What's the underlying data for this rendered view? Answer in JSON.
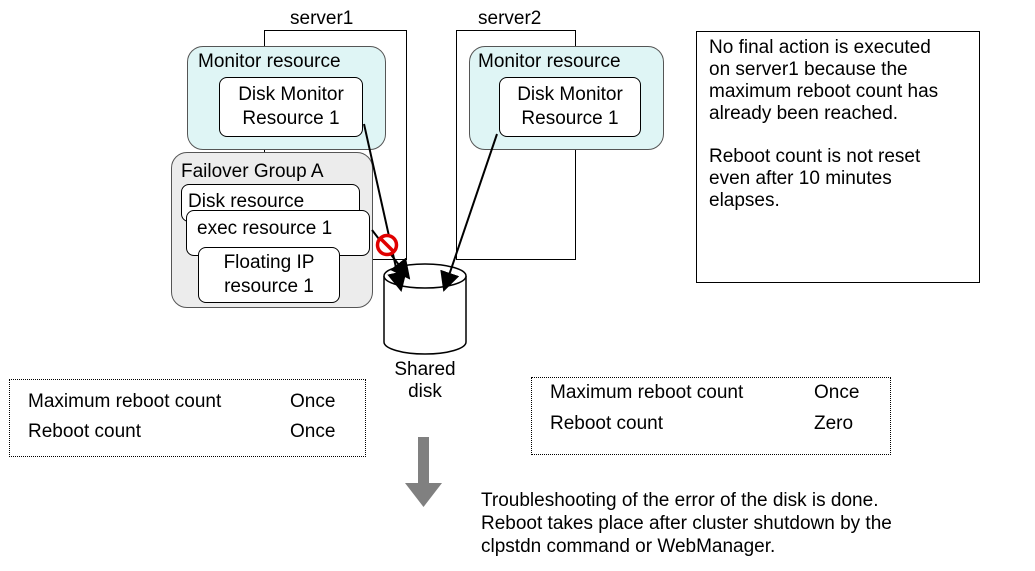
{
  "servers": {
    "server1": "server1",
    "server2": "server2"
  },
  "monitor_left": {
    "title": "Monitor resource",
    "inner_line1": "Disk Monitor",
    "inner_line2": "Resource 1"
  },
  "monitor_right": {
    "title": "Monitor resource",
    "inner_line1": "Disk Monitor",
    "inner_line2": "Resource 1"
  },
  "failover_group": {
    "title": "Failover Group A",
    "disk": "Disk resource",
    "exec": "exec resource 1",
    "fip_line1": "Floating IP",
    "fip_line2": "resource 1"
  },
  "shared_disk": {
    "line1": "Shared",
    "line2": "disk"
  },
  "note_box": {
    "para1_lines": [
      "No final action is executed",
      "on server1 because the",
      "maximum reboot count has",
      "already been reached."
    ],
    "para2_lines": [
      "Reboot count is not reset",
      "even after 10 minutes",
      "elapses."
    ]
  },
  "left_counts": {
    "max_label": "Maximum reboot count",
    "max_value": "Once",
    "count_label": "Reboot count",
    "count_value": "Once"
  },
  "right_counts": {
    "max_label": "Maximum reboot count",
    "max_value": "Once",
    "count_label": "Reboot count",
    "count_value": "Zero"
  },
  "bottom_text": {
    "lines": [
      "Troubleshooting of the error of the disk is done.",
      "Reboot takes place after cluster shutdown by the",
      "clpstdn command or WebManager."
    ]
  },
  "colors": {
    "monitor_bg": "#dff5f5",
    "group_bg": "#ececec",
    "prohibit": "#e00000",
    "arrow_gray": "#808080"
  }
}
